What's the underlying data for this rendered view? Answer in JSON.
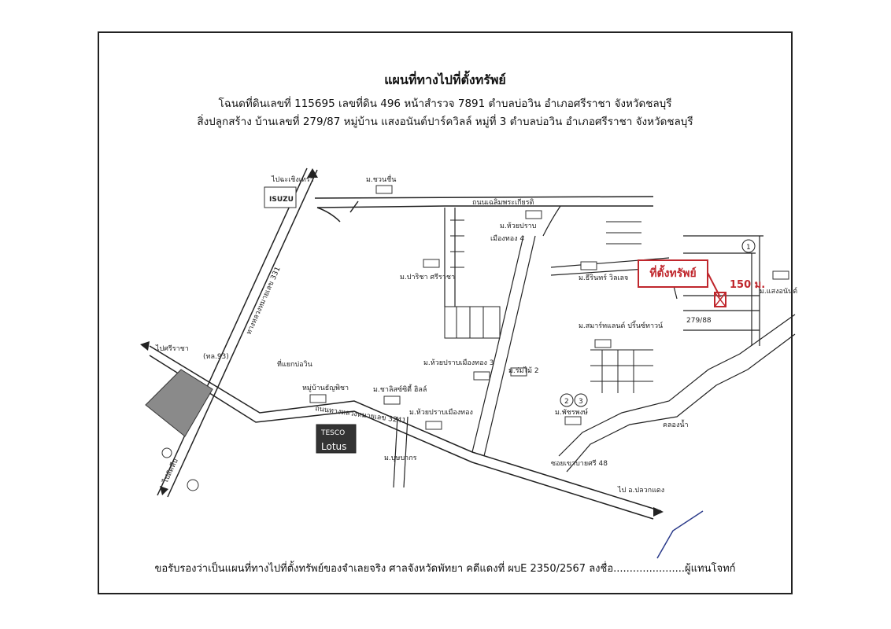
{
  "header": {
    "title": "แผนที่ทางไปที่ตั้งทรัพย์",
    "line1": "โฉนดที่ดินเลขที่ 115695  เลขที่ดิน 496  หน้าสำรวจ 7891  ตำบลบ่อวิน  อำเภอศรีราชา  จังหวัดชลบุรี",
    "line2": "สิ่งปลูกสร้าง  บ้านเลขที่ 279/87  หมู่บ้าน แสงอนันต์ปาร์ควิลล์  หมู่ที่ 3  ตำบลบ่อวิน  อำเภอศรีราชา  จังหวัดชลบุรี"
  },
  "marker": {
    "label": "ที่ตั้งทรัพย์",
    "distance": "150 ม.",
    "color": "#c0272d"
  },
  "map_labels": {
    "to_chachoengsao": "ไปฉะเชิงเทรา",
    "isuzu": "ISUZU",
    "road_top": "ถนนเฉลิมพระเกียรติ",
    "village_1": "ม.ชวนชื่น",
    "village_2": "ม.ห้วยปราบ",
    "village_2b": "เมืองทอง 4",
    "village_3": "ม.ปาริชา ศรีราชา",
    "village_4": "ม.ธีรินทร์ วิลเลจ",
    "village_5": "ม.แสงอนันต์",
    "house_no": "279/88",
    "village_6": "ม.สมาร์ทแลนด์ ปริ้นซ์ทาวน์",
    "village_7": "ม.ห้วยปราบเมืองทอง 3",
    "village_8": "ม.ร่มไม้ 2",
    "village_9": "หมู่บ้านธัญพิชา",
    "village_10": "ม.ชาลิสซ์ซิตี้ ฮิลล์",
    "village_11": "ม.ห้วยปราบเมืองทอง",
    "village_12": "ม.พัชรพงษ์",
    "village_13": "ม.บุษบากร",
    "to_sriracha": "ไปศรีราชา",
    "route_93": "(ทล.93)",
    "bowin_district": "ที่แยกบ่อวิน",
    "highway_side": "ทางหลวงหมายเลข 331",
    "to_sattahip": "ไปสัตหีบ",
    "soi_48": "ซอยเขาบายศรี 48",
    "to_pluakdaeng": "ไป อ.ปลวกแดง",
    "road_bottom": "ถนนทางหลวงหมายเลข 3241",
    "khlong": "คลองน้ำ",
    "tesco": "TESCO",
    "lotus": "Lotus",
    "num_1": "1",
    "num_2": "2",
    "num_3": "3"
  },
  "footer": {
    "text": "ขอรับรองว่าเป็นแผนที่ทางไปที่ตั้งทรัพย์ของจำเลยจริง ศาลจังหวัดพัทยา คดีแดงที่ ผบE 2350/2567 ลงชื่อ......................ผู้แทนโจทก์"
  }
}
